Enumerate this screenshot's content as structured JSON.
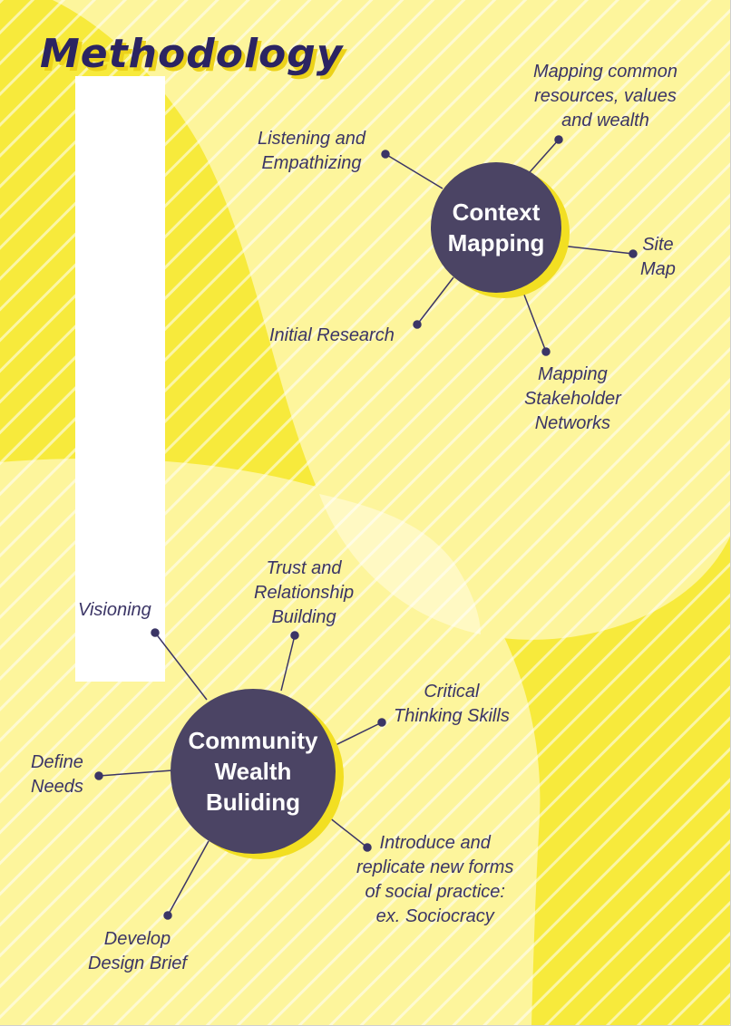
{
  "title": "Methodology",
  "colors": {
    "background": "#f7ea3c",
    "pale_region": "#fdf59c",
    "hub_fill": "#4b4464",
    "text": "#3b3566",
    "title": "#2b2462"
  },
  "context_mapping": {
    "hub_label": "Context\nMapping",
    "nodes": [
      "Listening and\nEmpathizing",
      "Mapping common\nresources, values\nand wealth",
      "Site\nMap",
      "Mapping\nStakeholder\nNetworks",
      "Initial Research"
    ]
  },
  "community_wealth_building": {
    "hub_label": "Community\nWealth\nBuliding",
    "nodes": [
      "Visioning",
      "Trust and\nRelationship\nBuilding",
      "Critical\nThinking Skills",
      "Introduce and\nreplicate new forms\nof social practice:\nex. Sociocracy",
      "Develop\nDesign Brief",
      "Define\nNeeds"
    ]
  }
}
